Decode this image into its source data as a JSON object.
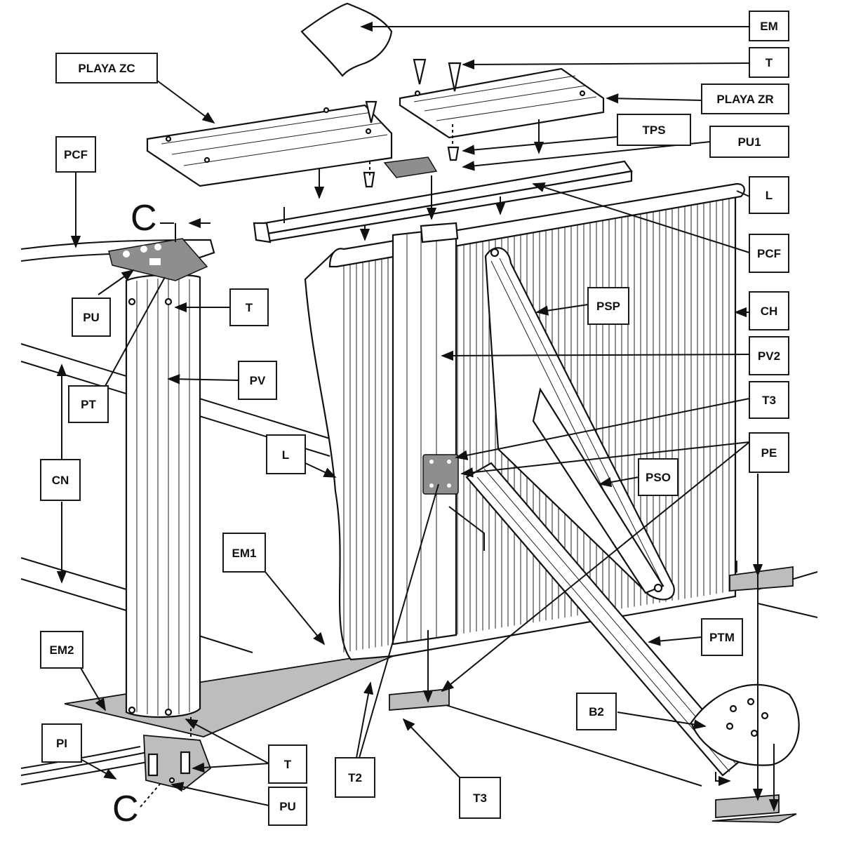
{
  "labels": {
    "em": "EM",
    "t_top": "T",
    "playa_zc": "PLAYA ZC",
    "playa_zr": "PLAYA ZR",
    "tps": "TPS",
    "pu1": "PU1",
    "pcf_left": "PCF",
    "l_right": "L",
    "pcf_right": "PCF",
    "pu_top": "PU",
    "t_post": "T",
    "psp": "PSP",
    "ch": "CH",
    "pv2": "PV2",
    "pt": "PT",
    "pv": "PV",
    "t3_upper": "T3",
    "pe": "PE",
    "l_left": "L",
    "pso": "PSO",
    "cn": "CN",
    "em1": "EM1",
    "ptm": "PTM",
    "em2": "EM2",
    "b2": "B2",
    "pi": "PI",
    "t_bottom": "T",
    "t2": "T2",
    "t3_lower": "T3",
    "pu_bottom": "PU",
    "c_top": "C",
    "c_bottom": "C"
  },
  "colors": {
    "ink": "#111111",
    "fill_gray": "#bdbdbd",
    "paper": "#ffffff"
  }
}
